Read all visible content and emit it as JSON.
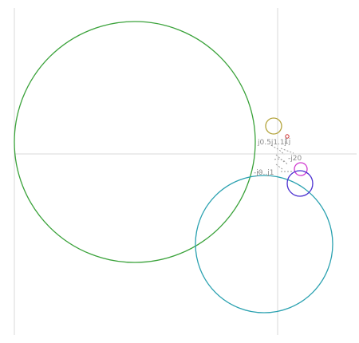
{
  "labels": {
    "j0_5j1_1j": "j0.5j1.1j",
    "j20": "-j20",
    "j0_j1": "-j0..j1",
    "one_j": "1j"
  },
  "colors": {
    "background": "#ffffff",
    "guide_line": "#d8d8d8",
    "big_green": "#3aa23a",
    "teal": "#2aa1b0",
    "olive": "#b3a33a",
    "magenta": "#d03ad0",
    "indigo": "#4a2fd0",
    "marker_red": "#cc3333",
    "dash_gray": "#9a9a9a"
  }
}
